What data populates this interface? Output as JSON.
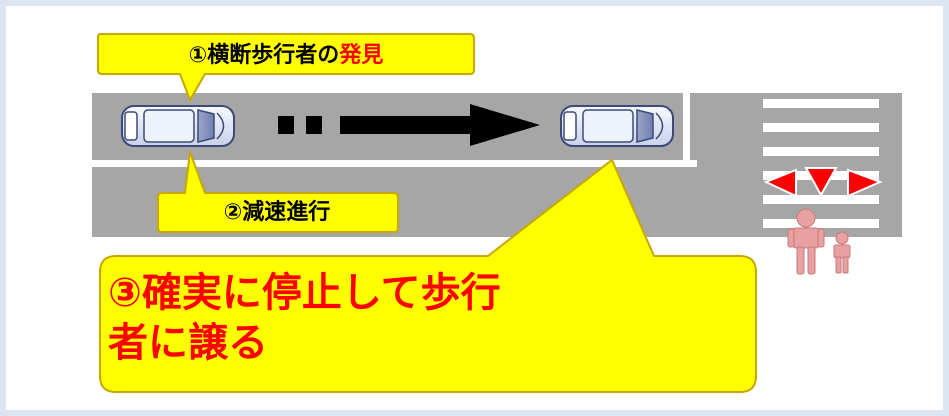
{
  "callouts": {
    "step1_prefix": "①横断歩行者の",
    "step1_highlight": "発見",
    "step2": "②減速進行",
    "step3_line1": "③確実に停止して歩行",
    "step3_line2": "者に譲る"
  },
  "colors": {
    "background": "#ffffff",
    "frame_border": "#dce6f2",
    "road": "#a6a6a6",
    "road_line": "#ffffff",
    "callout_fill": "#ffff00",
    "callout_border": "#c9a600",
    "text_highlight": "#ff0000",
    "arrow": "#000000",
    "pedestrian": "#e8a0a0",
    "warning_triangle": "#ff0000"
  },
  "icons": [
    "car-icon",
    "arrow-right-icon",
    "pedestrian-icon",
    "warning-triangle-icon",
    "crosswalk-icon"
  ]
}
